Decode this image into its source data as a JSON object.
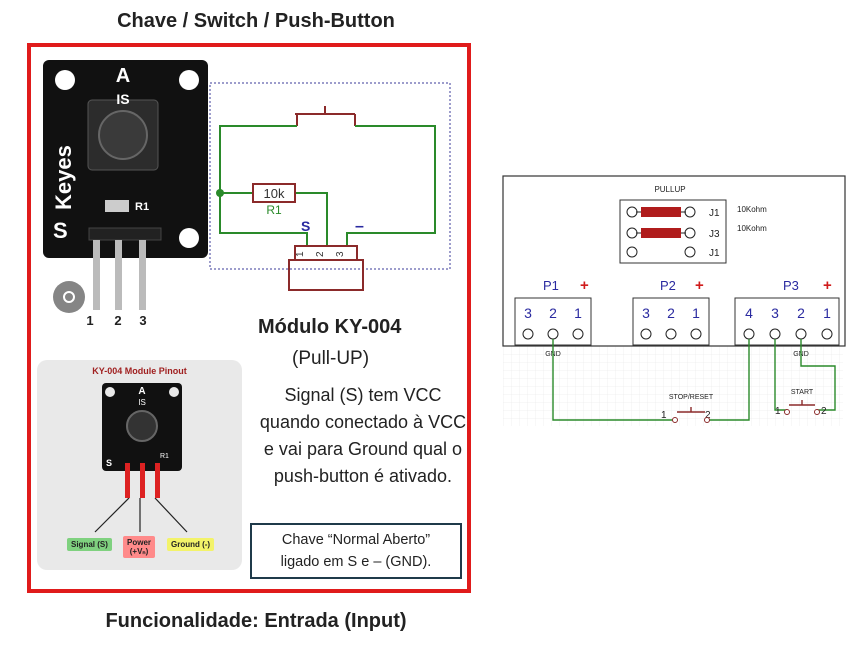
{
  "title": "Chave / Switch / Push-Button",
  "footer": "Funcionalidade: Entrada (Input)",
  "module": {
    "name": "Módulo KY-004",
    "mode": "(Pull-UP)",
    "description": "Signal (S)  tem VCC quando conectado à VCC e vai para Ground qual o push-button é ativado.",
    "note_line1": "Chave “Normal Aberto”",
    "note_line2": "ligado em S e – (GND)."
  },
  "board_photo": {
    "brand": "Keyes",
    "letter_a": "A",
    "letter_is": "IS",
    "letter_s": "S",
    "r1": "R1",
    "pins": [
      "1",
      "2",
      "3"
    ]
  },
  "schematic": {
    "resistor_value": "10k",
    "resistor_name": "R1",
    "s_label": "S",
    "minus_label": "–",
    "pins": [
      "1",
      "2",
      "3"
    ]
  },
  "pinout": {
    "title": "KY-004 Module Pinout",
    "a": "A",
    "is": "IS",
    "s": "S",
    "r1": "R1",
    "signal": "Signal (S)",
    "power": "Power",
    "power_sub": "(+Vₙ)",
    "ground": "Ground (-)"
  },
  "pcb": {
    "pullup": "PULLUP",
    "r_values": [
      "10Kohm",
      "10Kohm"
    ],
    "jumpers": [
      "J1",
      "J3",
      "J1"
    ],
    "p1": "P1",
    "p2": "P2",
    "p3": "P3",
    "plus": "+",
    "p1_pins": [
      "3",
      "2",
      "1"
    ],
    "p2_pins": [
      "3",
      "2",
      "1"
    ],
    "p3_pins": [
      "4",
      "3",
      "2",
      "1"
    ],
    "gnd": "GND",
    "stop_reset": "STOP/RESET",
    "start": "START",
    "sw_pin1": "1",
    "sw_pin2": "2"
  }
}
